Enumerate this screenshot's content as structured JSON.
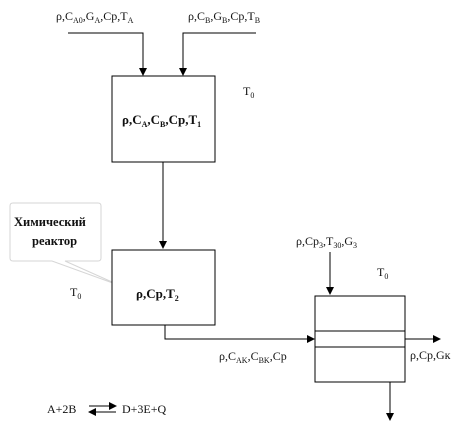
{
  "inputs": {
    "a": {
      "rho": "ρ",
      "c": "C",
      "c_sub": "A0",
      "g": "G",
      "g_sub": "A",
      "cp": "Cp",
      "t": "T",
      "t_sub": "A"
    },
    "b": {
      "rho": "ρ",
      "c": "C",
      "c_sub": "B",
      "g": "G",
      "g_sub": "B",
      "cp": "Cp",
      "t": "T",
      "t_sub": "B"
    }
  },
  "mixer": {
    "rho": "ρ",
    "c1": "C",
    "c1_sub": "A",
    "c2": "C",
    "c2_sub": "B",
    "cp": "Cp",
    "t": "T",
    "t_sub": "1"
  },
  "t0_labels": {
    "top": {
      "t": "T",
      "sub": "0"
    },
    "left": {
      "t": "T",
      "sub": "0"
    },
    "exchanger": {
      "t": "T",
      "sub": "0"
    }
  },
  "reactor": {
    "callout_line1": "Химический",
    "callout_line2": "реактор",
    "rho": "ρ",
    "cp": "Cp",
    "t": "T",
    "t_sub": "2"
  },
  "exchanger_input": {
    "rho": "ρ",
    "cp": "Cp",
    "cp_sub": "3",
    "t": "T",
    "t_sub": "30",
    "g": "G",
    "g_sub": "3"
  },
  "exchanger_out_left": {
    "rho": "ρ",
    "c1": "C",
    "c1_sub": "AK",
    "c2": "C",
    "c2_sub": "BK",
    "cp": "Cp"
  },
  "exchanger_out_right": {
    "text": "ρ,Cp,Gк"
  },
  "reaction": {
    "left": "A+2B",
    "right": "D+3E+Q"
  }
}
